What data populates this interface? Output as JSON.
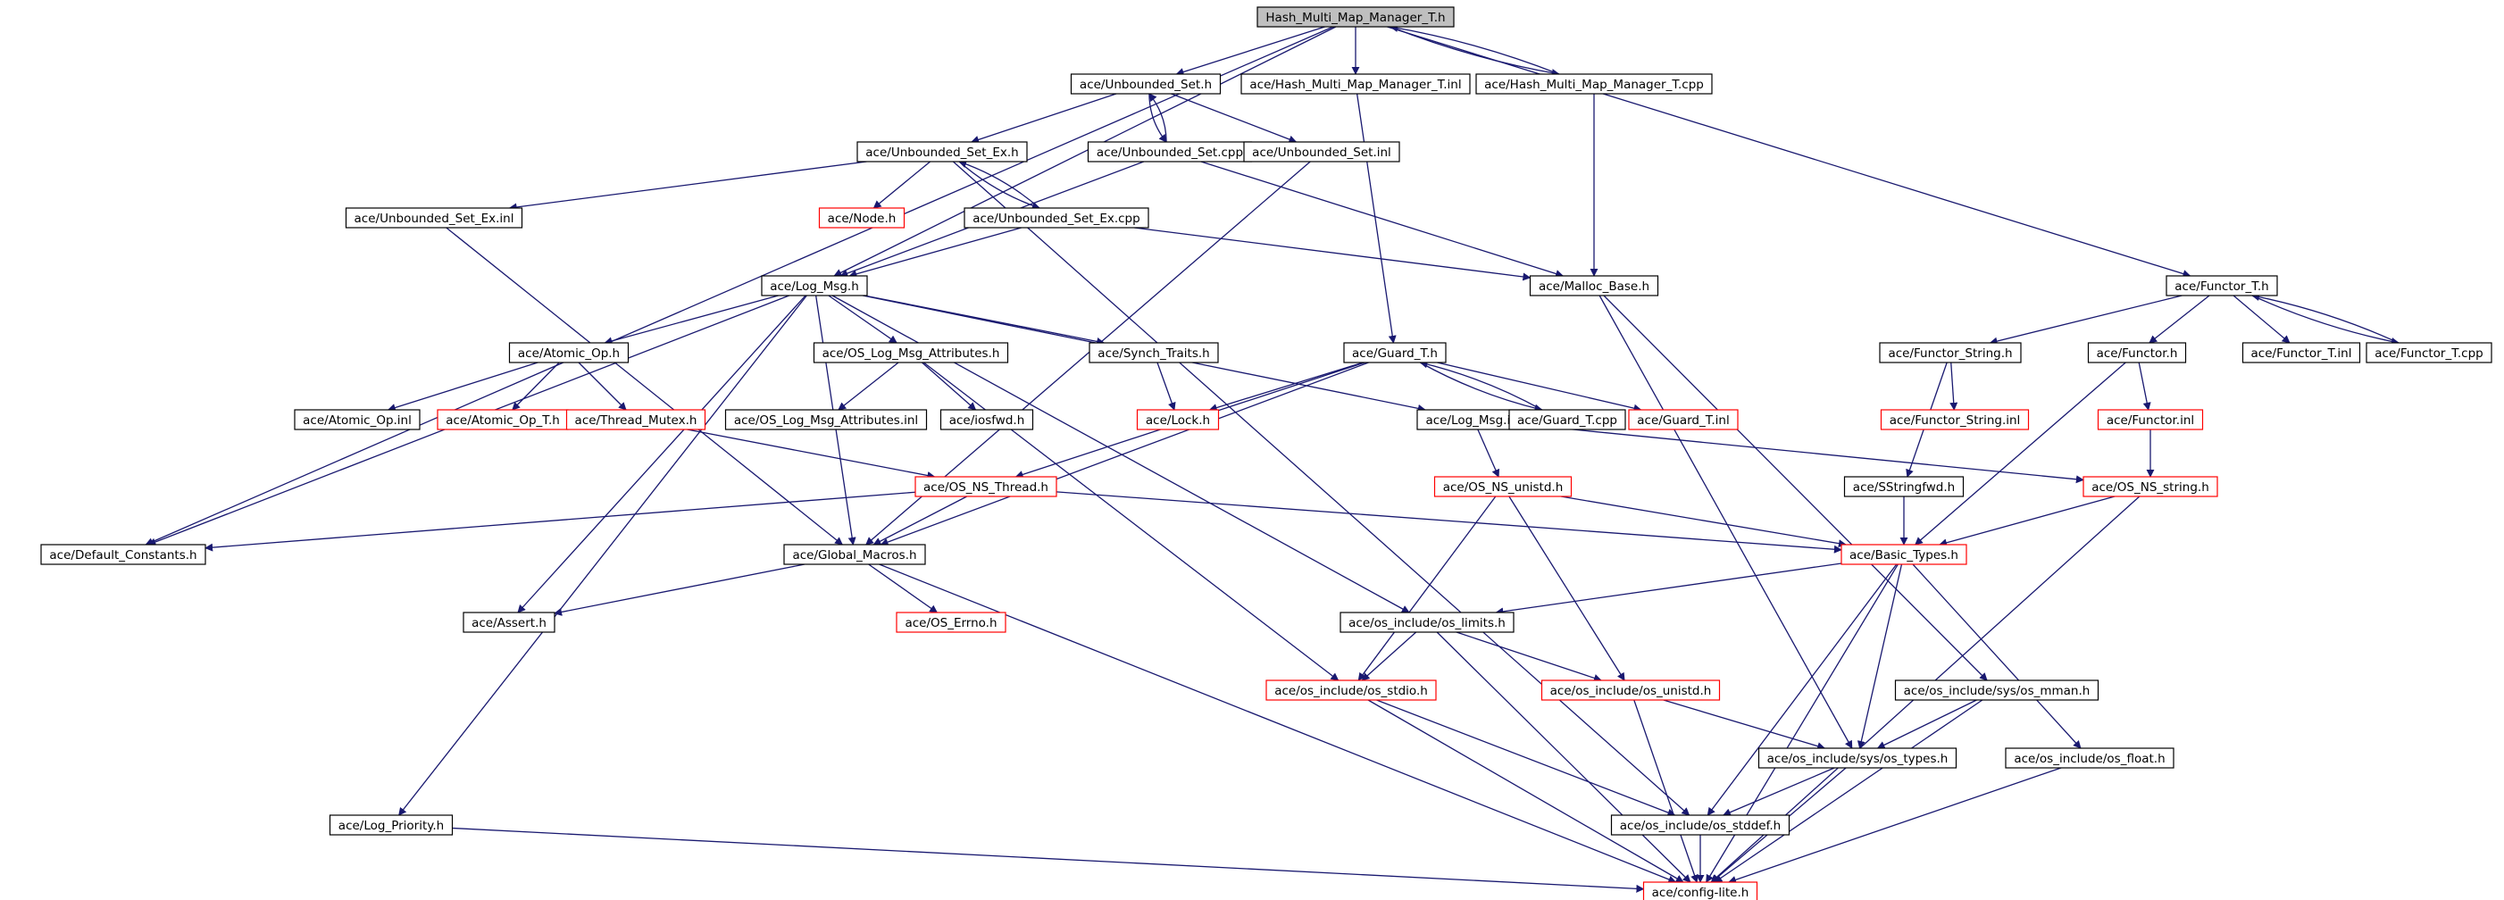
{
  "graph": {
    "edge_color": "#191970",
    "colors": {
      "root_fill": "#bfbfbf",
      "node_border": "#000000",
      "truncated_border": "#ff0000",
      "node_fill": "#ffffff"
    },
    "nodes": [
      {
        "id": "root",
        "label": "Hash_Multi_Map_Manager_T.h",
        "style": "root"
      },
      {
        "id": "unb_set_h",
        "label": "ace/Unbounded_Set.h",
        "style": "normal"
      },
      {
        "id": "hmmm_inl",
        "label": "ace/Hash_Multi_Map_Manager_T.inl",
        "style": "normal"
      },
      {
        "id": "hmmm_cpp",
        "label": "ace/Hash_Multi_Map_Manager_T.cpp",
        "style": "normal"
      },
      {
        "id": "unb_set_ex_h",
        "label": "ace/Unbounded_Set_Ex.h",
        "style": "normal"
      },
      {
        "id": "unb_set_cpp",
        "label": "ace/Unbounded_Set.cpp",
        "style": "normal"
      },
      {
        "id": "unb_set_inl",
        "label": "ace/Unbounded_Set.inl",
        "style": "normal"
      },
      {
        "id": "unb_set_ex_inl",
        "label": "ace/Unbounded_Set_Ex.inl",
        "style": "normal"
      },
      {
        "id": "node_h",
        "label": "ace/Node.h",
        "style": "truncated"
      },
      {
        "id": "unb_set_ex_cpp",
        "label": "ace/Unbounded_Set_Ex.cpp",
        "style": "normal"
      },
      {
        "id": "log_msg_h",
        "label": "ace/Log_Msg.h",
        "style": "normal"
      },
      {
        "id": "malloc_base_h",
        "label": "ace/Malloc_Base.h",
        "style": "normal"
      },
      {
        "id": "functor_t_h",
        "label": "ace/Functor_T.h",
        "style": "normal"
      },
      {
        "id": "atomic_op_h",
        "label": "ace/Atomic_Op.h",
        "style": "normal"
      },
      {
        "id": "os_log_msg_attr_h",
        "label": "ace/OS_Log_Msg_Attributes.h",
        "style": "normal"
      },
      {
        "id": "synch_traits_h",
        "label": "ace/Synch_Traits.h",
        "style": "normal"
      },
      {
        "id": "guard_t_h",
        "label": "ace/Guard_T.h",
        "style": "normal"
      },
      {
        "id": "functor_string_h",
        "label": "ace/Functor_String.h",
        "style": "normal"
      },
      {
        "id": "functor_h",
        "label": "ace/Functor.h",
        "style": "normal"
      },
      {
        "id": "functor_t_inl",
        "label": "ace/Functor_T.inl",
        "style": "normal"
      },
      {
        "id": "functor_t_cpp",
        "label": "ace/Functor_T.cpp",
        "style": "normal"
      },
      {
        "id": "atomic_op_inl",
        "label": "ace/Atomic_Op.inl",
        "style": "normal"
      },
      {
        "id": "atomic_op_t_h",
        "label": "ace/Atomic_Op_T.h",
        "style": "truncated"
      },
      {
        "id": "thread_mutex_h",
        "label": "ace/Thread_Mutex.h",
        "style": "truncated"
      },
      {
        "id": "os_log_msg_attr_inl",
        "label": "ace/OS_Log_Msg_Attributes.inl",
        "style": "normal"
      },
      {
        "id": "iosfwd_h",
        "label": "ace/iosfwd.h",
        "style": "normal"
      },
      {
        "id": "lock_h",
        "label": "ace/Lock.h",
        "style": "truncated"
      },
      {
        "id": "log_msg_inl",
        "label": "ace/Log_Msg.inl",
        "style": "normal"
      },
      {
        "id": "guard_t_cpp",
        "label": "ace/Guard_T.cpp",
        "style": "normal"
      },
      {
        "id": "guard_t_inl",
        "label": "ace/Guard_T.inl",
        "style": "truncated"
      },
      {
        "id": "functor_string_inl",
        "label": "ace/Functor_String.inl",
        "style": "truncated"
      },
      {
        "id": "functor_inl",
        "label": "ace/Functor.inl",
        "style": "truncated"
      },
      {
        "id": "os_ns_thread_h",
        "label": "ace/OS_NS_Thread.h",
        "style": "truncated"
      },
      {
        "id": "os_ns_unistd_h",
        "label": "ace/OS_NS_unistd.h",
        "style": "truncated"
      },
      {
        "id": "sstringfwd_h",
        "label": "ace/SStringfwd.h",
        "style": "normal"
      },
      {
        "id": "os_ns_string_h",
        "label": "ace/OS_NS_string.h",
        "style": "truncated"
      },
      {
        "id": "default_constants_h",
        "label": "ace/Default_Constants.h",
        "style": "normal"
      },
      {
        "id": "global_macros_h",
        "label": "ace/Global_Macros.h",
        "style": "normal"
      },
      {
        "id": "basic_types_h",
        "label": "ace/Basic_Types.h",
        "style": "truncated"
      },
      {
        "id": "assert_h",
        "label": "ace/Assert.h",
        "style": "normal"
      },
      {
        "id": "os_errno_h",
        "label": "ace/OS_Errno.h",
        "style": "truncated"
      },
      {
        "id": "os_limits_h",
        "label": "ace/os_include/os_limits.h",
        "style": "normal"
      },
      {
        "id": "os_stdio_h",
        "label": "ace/os_include/os_stdio.h",
        "style": "truncated"
      },
      {
        "id": "os_unistd_h",
        "label": "ace/os_include/os_unistd.h",
        "style": "truncated"
      },
      {
        "id": "os_mman_h",
        "label": "ace/os_include/sys/os_mman.h",
        "style": "normal"
      },
      {
        "id": "os_types_h",
        "label": "ace/os_include/sys/os_types.h",
        "style": "normal"
      },
      {
        "id": "os_float_h",
        "label": "ace/os_include/os_float.h",
        "style": "normal"
      },
      {
        "id": "log_priority_h",
        "label": "ace/Log_Priority.h",
        "style": "normal"
      },
      {
        "id": "os_stddef_h",
        "label": "ace/os_include/os_stddef.h",
        "style": "normal"
      },
      {
        "id": "config_lite_h",
        "label": "ace/config-lite.h",
        "style": "truncated"
      }
    ],
    "edges": [
      [
        "root",
        "unb_set_h"
      ],
      [
        "root",
        "hmmm_inl"
      ],
      [
        "root",
        "hmmm_cpp"
      ],
      [
        "root",
        "log_msg_h"
      ],
      [
        "root",
        "default_constants_h"
      ],
      [
        "root",
        "functor_t_h"
      ],
      [
        "unb_set_h",
        "unb_set_ex_h"
      ],
      [
        "unb_set_h",
        "unb_set_cpp"
      ],
      [
        "unb_set_h",
        "unb_set_inl"
      ],
      [
        "unb_set_ex_h",
        "unb_set_ex_inl"
      ],
      [
        "unb_set_ex_h",
        "node_h"
      ],
      [
        "unb_set_ex_h",
        "unb_set_ex_cpp"
      ],
      [
        "unb_set_ex_h",
        "os_stddef_h"
      ],
      [
        "unb_set_ex_cpp",
        "unb_set_ex_h"
      ],
      [
        "unb_set_ex_cpp",
        "log_msg_h"
      ],
      [
        "unb_set_ex_cpp",
        "malloc_base_h"
      ],
      [
        "unb_set_cpp",
        "unb_set_h"
      ],
      [
        "unb_set_cpp",
        "log_msg_h"
      ],
      [
        "unb_set_cpp",
        "malloc_base_h"
      ],
      [
        "unb_set_inl",
        "global_macros_h"
      ],
      [
        "hmmm_inl",
        "guard_t_h"
      ],
      [
        "hmmm_cpp",
        "root"
      ],
      [
        "hmmm_cpp",
        "malloc_base_h"
      ],
      [
        "unb_set_ex_inl",
        "global_macros_h"
      ],
      [
        "malloc_base_h",
        "os_types_h"
      ],
      [
        "malloc_base_h",
        "os_mman_h"
      ],
      [
        "log_msg_h",
        "atomic_op_h"
      ],
      [
        "log_msg_h",
        "os_log_msg_attr_h"
      ],
      [
        "log_msg_h",
        "synch_traits_h"
      ],
      [
        "log_msg_h",
        "log_msg_inl"
      ],
      [
        "log_msg_h",
        "default_constants_h"
      ],
      [
        "log_msg_h",
        "global_macros_h"
      ],
      [
        "log_msg_h",
        "assert_h"
      ],
      [
        "log_msg_h",
        "log_priority_h"
      ],
      [
        "log_msg_h",
        "os_limits_h"
      ],
      [
        "atomic_op_h",
        "atomic_op_inl"
      ],
      [
        "atomic_op_h",
        "atomic_op_t_h"
      ],
      [
        "atomic_op_h",
        "thread_mutex_h"
      ],
      [
        "thread_mutex_h",
        "os_ns_thread_h"
      ],
      [
        "os_log_msg_attr_h",
        "os_log_msg_attr_inl"
      ],
      [
        "os_log_msg_attr_h",
        "iosfwd_h"
      ],
      [
        "os_log_msg_attr_h",
        "os_stdio_h"
      ],
      [
        "synch_traits_h",
        "lock_h"
      ],
      [
        "guard_t_h",
        "lock_h"
      ],
      [
        "guard_t_h",
        "guard_t_cpp"
      ],
      [
        "guard_t_h",
        "guard_t_inl"
      ],
      [
        "guard_t_h",
        "os_ns_thread_h"
      ],
      [
        "guard_t_h",
        "global_macros_h"
      ],
      [
        "guard_t_cpp",
        "guard_t_h"
      ],
      [
        "log_msg_inl",
        "os_ns_unistd_h"
      ],
      [
        "log_msg_inl",
        "os_ns_string_h"
      ],
      [
        "functor_t_h",
        "functor_string_h"
      ],
      [
        "functor_t_h",
        "functor_h"
      ],
      [
        "functor_t_h",
        "functor_t_inl"
      ],
      [
        "functor_t_h",
        "functor_t_cpp"
      ],
      [
        "functor_t_cpp",
        "functor_t_h"
      ],
      [
        "functor_string_h",
        "functor_string_inl"
      ],
      [
        "functor_string_h",
        "sstringfwd_h"
      ],
      [
        "functor_h",
        "functor_inl"
      ],
      [
        "functor_h",
        "basic_types_h"
      ],
      [
        "functor_inl",
        "os_ns_string_h"
      ],
      [
        "sstringfwd_h",
        "basic_types_h"
      ],
      [
        "os_ns_string_h",
        "basic_types_h"
      ],
      [
        "os_ns_string_h",
        "config_lite_h"
      ],
      [
        "os_ns_thread_h",
        "default_constants_h"
      ],
      [
        "os_ns_thread_h",
        "global_macros_h"
      ],
      [
        "os_ns_thread_h",
        "basic_types_h"
      ],
      [
        "os_ns_unistd_h",
        "basic_types_h"
      ],
      [
        "os_ns_unistd_h",
        "os_stdio_h"
      ],
      [
        "os_ns_unistd_h",
        "os_unistd_h"
      ],
      [
        "global_macros_h",
        "assert_h"
      ],
      [
        "global_macros_h",
        "os_errno_h"
      ],
      [
        "global_macros_h",
        "config_lite_h"
      ],
      [
        "basic_types_h",
        "os_limits_h"
      ],
      [
        "basic_types_h",
        "os_types_h"
      ],
      [
        "basic_types_h",
        "os_float_h"
      ],
      [
        "basic_types_h",
        "os_stddef_h"
      ],
      [
        "basic_types_h",
        "config_lite_h"
      ],
      [
        "os_limits_h",
        "os_stdio_h"
      ],
      [
        "os_limits_h",
        "os_unistd_h"
      ],
      [
        "os_limits_h",
        "config_lite_h"
      ],
      [
        "os_stdio_h",
        "os_stddef_h"
      ],
      [
        "os_stdio_h",
        "config_lite_h"
      ],
      [
        "os_unistd_h",
        "os_types_h"
      ],
      [
        "os_unistd_h",
        "config_lite_h"
      ],
      [
        "os_mman_h",
        "os_types_h"
      ],
      [
        "os_mman_h",
        "config_lite_h"
      ],
      [
        "os_types_h",
        "os_stddef_h"
      ],
      [
        "os_types_h",
        "config_lite_h"
      ],
      [
        "os_float_h",
        "config_lite_h"
      ],
      [
        "os_stddef_h",
        "config_lite_h"
      ],
      [
        "log_priority_h",
        "config_lite_h"
      ]
    ]
  }
}
